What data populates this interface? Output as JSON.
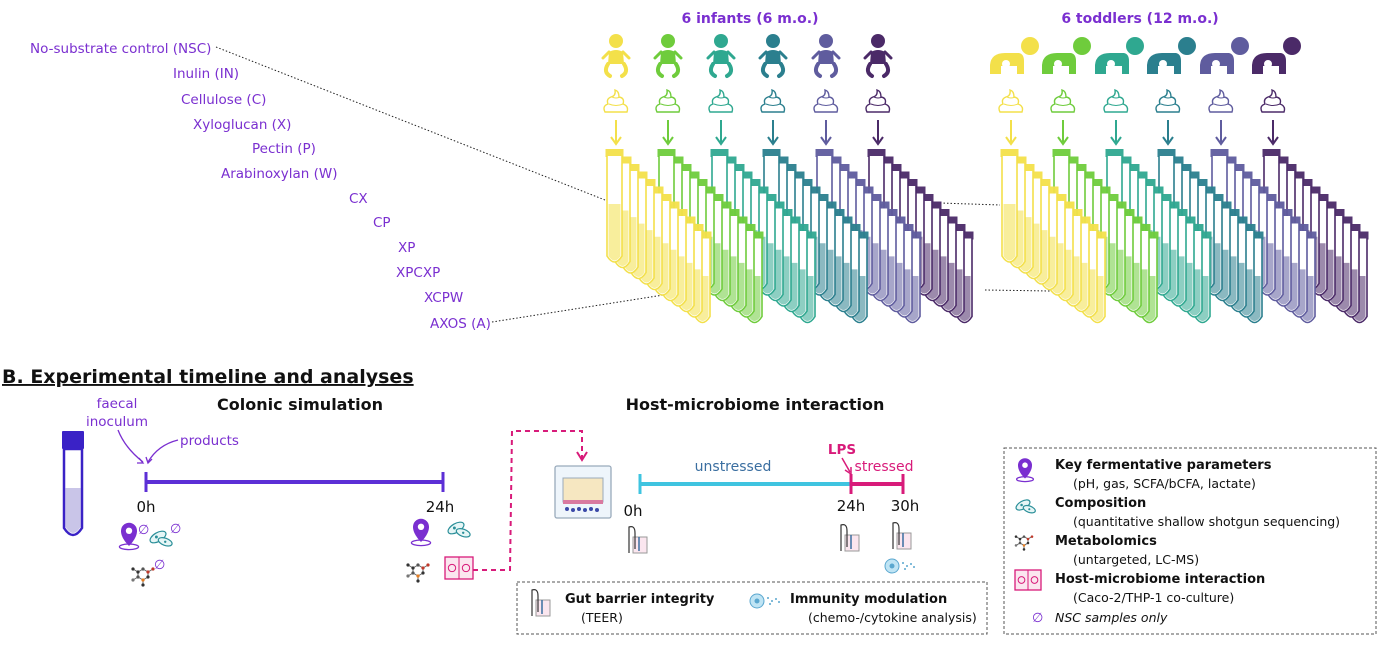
{
  "colors": {
    "accent_purple": "#7a2fd0",
    "lps_pink": "#d81b7a",
    "cyan": "#3fc4e0",
    "donor_palette": [
      "#f3e04a",
      "#6fcc3c",
      "#2fa890",
      "#2b7f8e",
      "#5f5c9e",
      "#4b2a68"
    ]
  },
  "panel_a": {
    "substrates": [
      "No-substrate control (NSC)",
      "Inulin (IN)",
      "Cellulose (C)",
      "Xyloglucan (X)",
      "Pectin (P)",
      "Arabinoxylan (W)",
      "CX",
      "CP",
      "XP",
      "XPCXP",
      "XCPW",
      "AXOS (A)"
    ],
    "infants_title": "6 infants (6 m.o.)",
    "toddlers_title": "6 toddlers (12 m.o.)",
    "infant_icon": "baby-icon",
    "toddler_icon": "crawling-toddler-icon",
    "stool_icon": "stool-sample-icon"
  },
  "panel_b": {
    "title": "B. Experimental timeline and analyses",
    "colonic": {
      "title": "Colonic simulation",
      "faecal_inoculum": [
        "faecal",
        "inoculum"
      ],
      "products": "products",
      "t0": "0h",
      "t24": "24h"
    },
    "host": {
      "title": "Host-microbiome interaction",
      "unstressed": "unstressed",
      "lps": "LPS",
      "stressed": "stressed",
      "t0": "0h",
      "t24": "24h",
      "t30": "30h"
    },
    "bottom_legend": {
      "gut_barrier_title": "Gut barrier integrity",
      "gut_barrier_sub": "(TEER)",
      "immunity_title": "Immunity modulation",
      "immunity_sub": "(chemo-/cytokine analysis)"
    },
    "legend": [
      {
        "title": "Key fermentative parameters",
        "sub": "(pH, gas, SCFA/bCFA, lactate)",
        "icon": "map-pin-icon"
      },
      {
        "title": "Composition",
        "sub": "(quantitative shallow shotgun sequencing)",
        "icon": "bacteria-icon"
      },
      {
        "title": "Metabolomics",
        "sub": "(untargeted, LC-MS)",
        "icon": "molecule-icon"
      },
      {
        "title": "Host-microbiome interaction",
        "sub": "(Caco-2/THP-1 co-culture)",
        "icon": "cell-layer-icon"
      }
    ],
    "nsc_symbol": "∅",
    "nsc_note": "NSC samples only"
  }
}
